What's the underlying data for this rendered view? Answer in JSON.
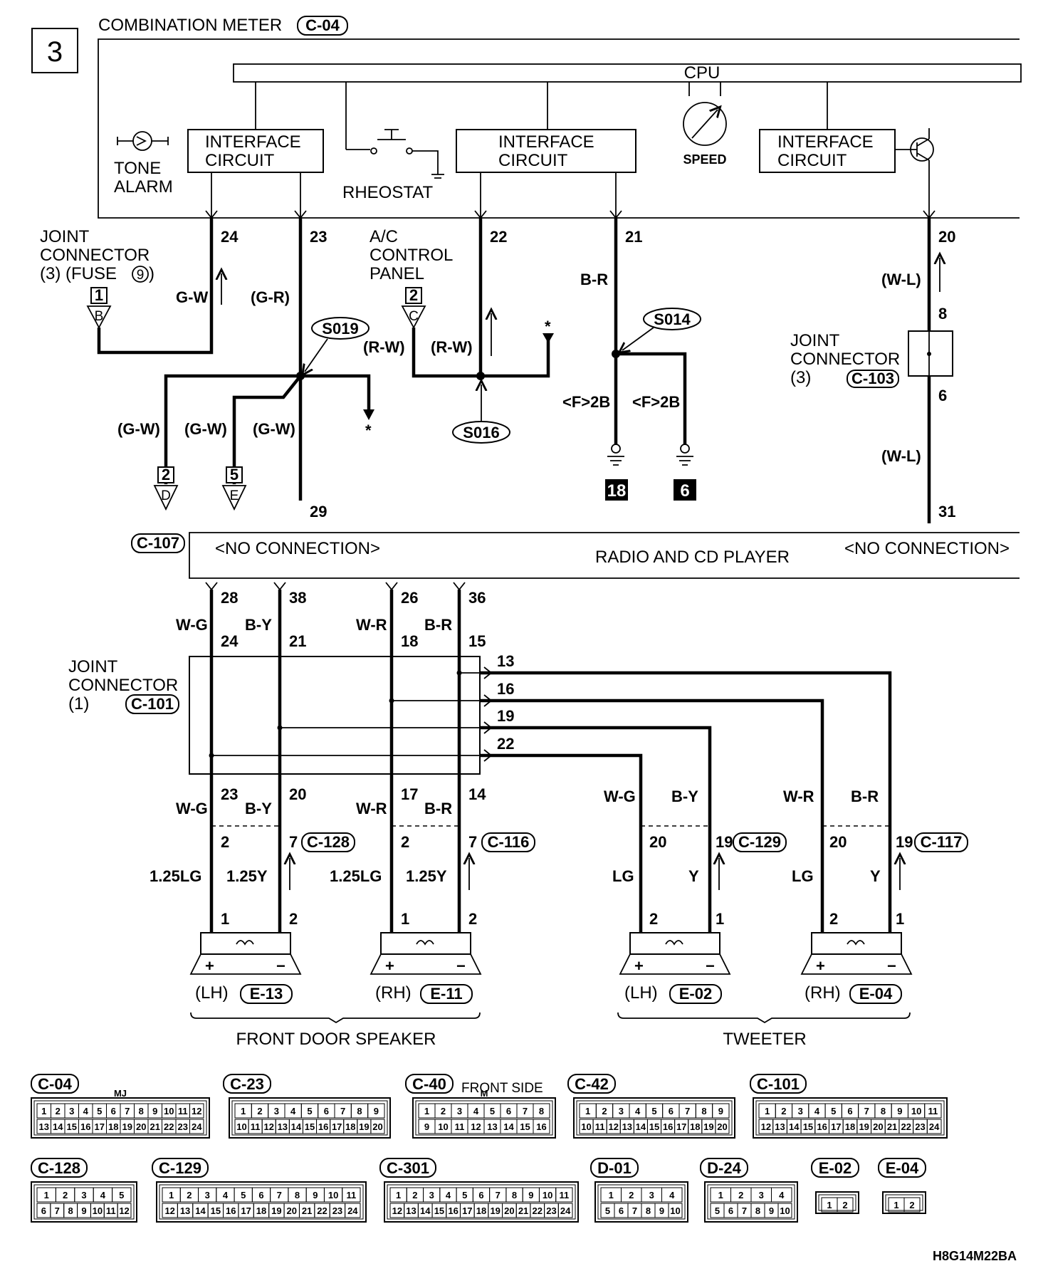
{
  "page_number": "3",
  "combination_meter": {
    "title": "COMBINATION METER",
    "connector": "C-04"
  },
  "cpu_label": "CPU",
  "speed_label": "SPEED",
  "interface_circuit_1": {
    "line1": "INTERFACE",
    "line2": "CIRCUIT"
  },
  "interface_circuit_2": {
    "line1": "INTERFACE",
    "line2": "CIRCUIT"
  },
  "interface_circuit_3": {
    "line1": "INTERFACE",
    "line2": "CIRCUIT"
  },
  "tone_alarm": {
    "line1": "TONE",
    "line2": "ALARM"
  },
  "rheostat": "RHEOSTAT",
  "meter_pins": [
    "24",
    "23",
    "22",
    "21",
    "20"
  ],
  "joint_connector_fuse": {
    "line1": "JOINT",
    "line2": "CONNECTOR",
    "line3": "(3)  (FUSE",
    "fuse_no": "9",
    "close": ")",
    "pin": "1",
    "letter": "B"
  },
  "ac_control_panel": {
    "line1": "A/C",
    "line2": "CONTROL",
    "line3": "PANEL",
    "pin": "2",
    "letter": "C"
  },
  "wire_colors": {
    "gw": "G-W",
    "gr_paren": "(G-R)",
    "rw_paren": "(R-W)",
    "br": "B-R",
    "wl_paren": "(W-L)",
    "gw_paren": "(G-W)",
    "f2b": "<F>2B"
  },
  "splices": {
    "s019": "S019",
    "s016": "S016",
    "s014": "S014"
  },
  "asterisk": "*",
  "grounds": [
    "18",
    "6"
  ],
  "joint_connector_3": {
    "line1": "JOINT",
    "line2": "CONNECTOR",
    "line3": "(3)",
    "connector": "C-103",
    "pin_top": "8",
    "pin_bottom": "6"
  },
  "branch_tags": [
    {
      "pin": "2",
      "letter": "D"
    },
    {
      "pin": "5",
      "letter": "E"
    }
  ],
  "radio_pins_top": [
    "29",
    "31"
  ],
  "radio": {
    "connector": "C-107",
    "no_connection": "<NO CONNECTION>",
    "title": "RADIO AND CD PLAYER"
  },
  "radio_pins_bottom": [
    "28",
    "38",
    "26",
    "36"
  ],
  "joint_connector_1": {
    "line1": "JOINT",
    "line2": "CONNECTOR",
    "line3": "(1)",
    "connector": "C-101"
  },
  "jc1_pins_top": [
    "24",
    "21",
    "18",
    "15"
  ],
  "jc1_pins_right": [
    "13",
    "16",
    "19",
    "22"
  ],
  "jc1_pins_bottom": [
    "23",
    "20",
    "17",
    "14"
  ],
  "upper_wire_colors": [
    "W-G",
    "B-Y",
    "W-R",
    "B-R"
  ],
  "speaker_wire_colors": [
    "W-G",
    "B-Y",
    "W-R",
    "B-R",
    "W-G",
    "B-Y",
    "W-R",
    "B-R"
  ],
  "gauge_labels": [
    "1.25LG",
    "1.25Y",
    "1.25LG",
    "1.25Y",
    "LG",
    "Y",
    "LG",
    "Y"
  ],
  "intermediate": [
    {
      "pins": [
        "2",
        "7"
      ],
      "connector": "C-128"
    },
    {
      "pins": [
        "2",
        "7"
      ],
      "connector": "C-116"
    },
    {
      "pins": [
        "20",
        "19"
      ],
      "connector": "C-129"
    },
    {
      "pins": [
        "20",
        "19"
      ],
      "connector": "C-117"
    }
  ],
  "speakers": [
    {
      "pins": [
        "1",
        "2"
      ],
      "side": "(LH)",
      "connector": "E-13"
    },
    {
      "pins": [
        "1",
        "2"
      ],
      "side": "(RH)",
      "connector": "E-11"
    },
    {
      "pins": [
        "2",
        "1"
      ],
      "side": "(LH)",
      "connector": "E-02"
    },
    {
      "pins": [
        "2",
        "1"
      ],
      "side": "(RH)",
      "connector": "E-04"
    }
  ],
  "polarity": {
    "plus": "+",
    "minus": "−"
  },
  "group_labels": {
    "front_door_speaker": "FRONT DOOR SPEAKER",
    "tweeter": "TWEETER"
  },
  "connector_faces": [
    {
      "label": "C-04",
      "row1": "1 2 3 4 5 6 7 8 9 10 11 12",
      "row2": "13 14 15 16 17 18 19 20 21 22 23 24",
      "tag": "MJ"
    },
    {
      "label": "C-23",
      "row1": "1 2 3 4 5 6 7 8 9",
      "row2": "10 11 12 13 14 15 16 17 18 19 20"
    },
    {
      "label": "C-40",
      "row1": "1 2 3 4 5 6 7 8",
      "row2": "9 10 11 12 13 14 15 16",
      "tag": "M",
      "extra": "FRONT SIDE"
    },
    {
      "label": "C-42",
      "row1": "1 2 3 4 5 6 7 8 9",
      "row2": "10 11 12 13 14 15 16 17 18 19 20"
    },
    {
      "label": "C-101",
      "row1": "1 2 3 4 5 6 7 8 9 10 11",
      "row2": "12 13 14 15 16 17 18 19 20 21 22 23 24"
    },
    {
      "label": "C-128",
      "row1": "1 2 3 4 5",
      "row2": "6 7 8 9 10 11 12"
    },
    {
      "label": "C-129",
      "row1": "1 2 3 4 5 6 7 8 9 10 11",
      "row2": "12 13 14 15 16 17 18 19 20 21 22 23 24"
    },
    {
      "label": "C-301",
      "row1": "1 2 3 4 5 6 7 8 9 10 11",
      "row2": "12 13 14 15 16 17 18 19 20 21 22 23 24"
    },
    {
      "label": "D-01",
      "row1": "1 2 3 4",
      "row2": "5 6 7 8 9 10"
    },
    {
      "label": "D-24",
      "row1": "1 2 3 4",
      "row2": "5 6 7 8 9 10"
    },
    {
      "label": "E-02",
      "row1": "1 2",
      "row2": ""
    },
    {
      "label": "E-04",
      "row1": "1 2",
      "row2": ""
    }
  ],
  "diagram_code": "H8G14M22BA"
}
